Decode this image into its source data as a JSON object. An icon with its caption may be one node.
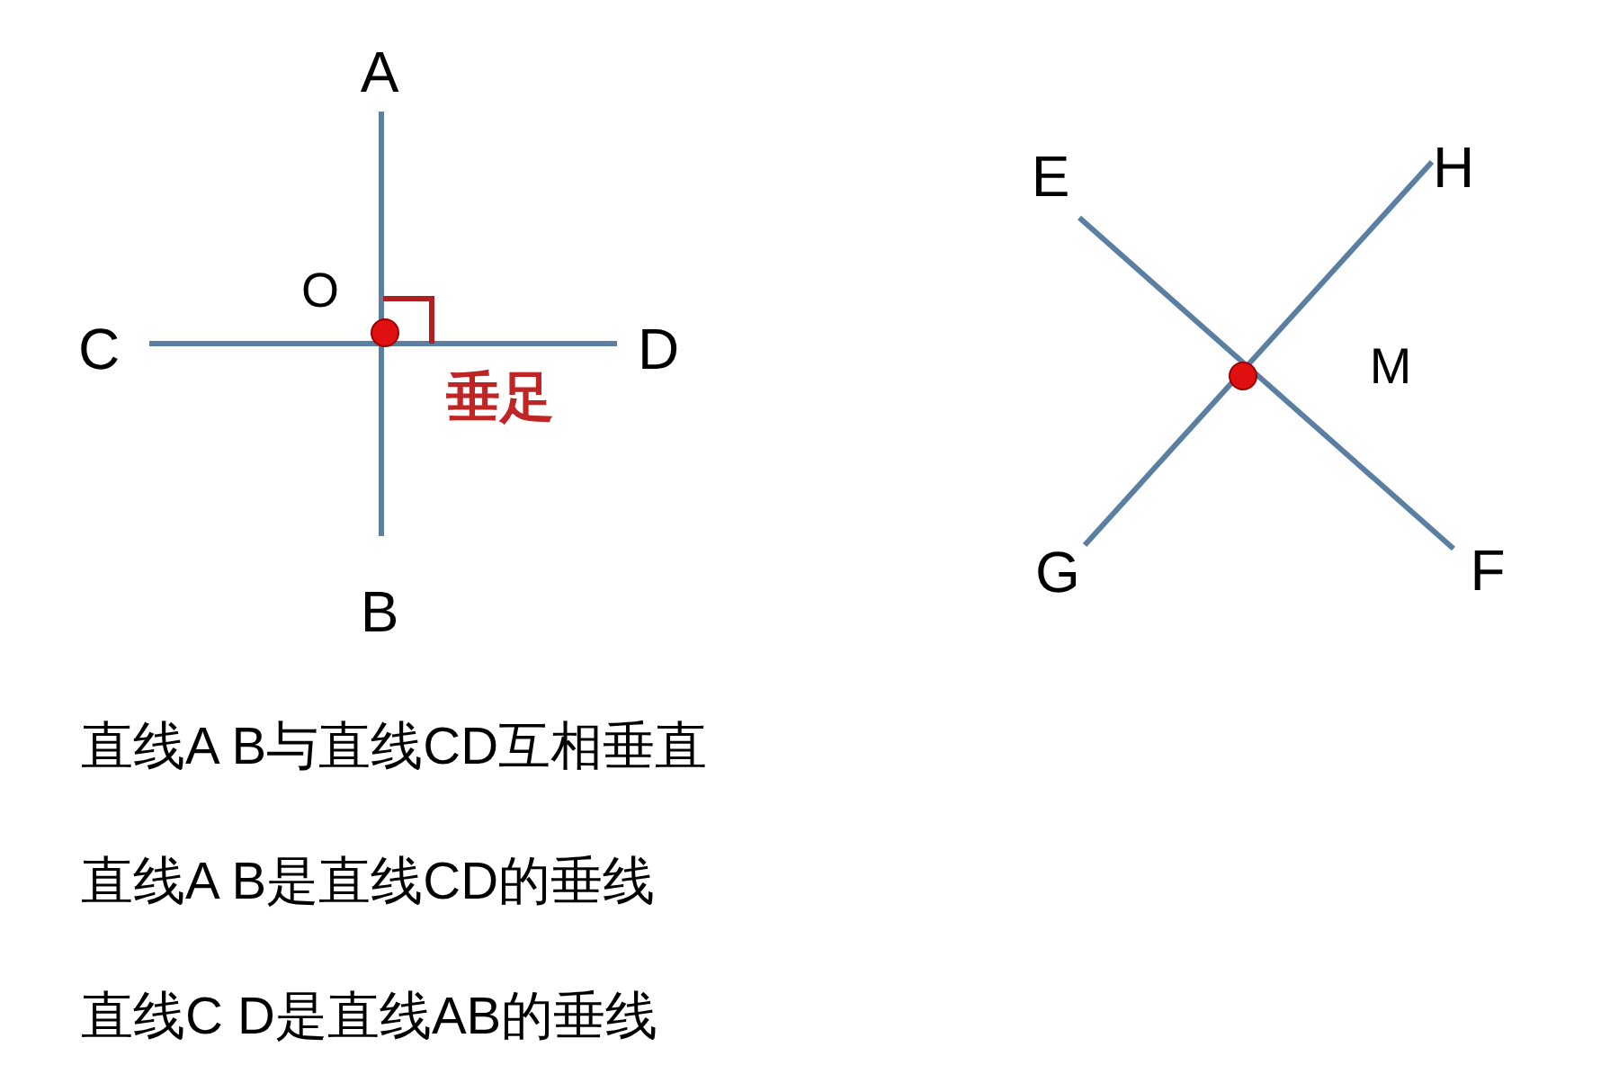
{
  "diagram": {
    "labels": [
      "A",
      "O",
      "C",
      "D",
      "垂足",
      "B",
      "E",
      "H",
      "M",
      "G",
      "F",
      "直线A B与直线CD互相垂直",
      "直线A B是直线CD的垂线",
      "直线C D是直线AB的垂线"
    ]
  }
}
